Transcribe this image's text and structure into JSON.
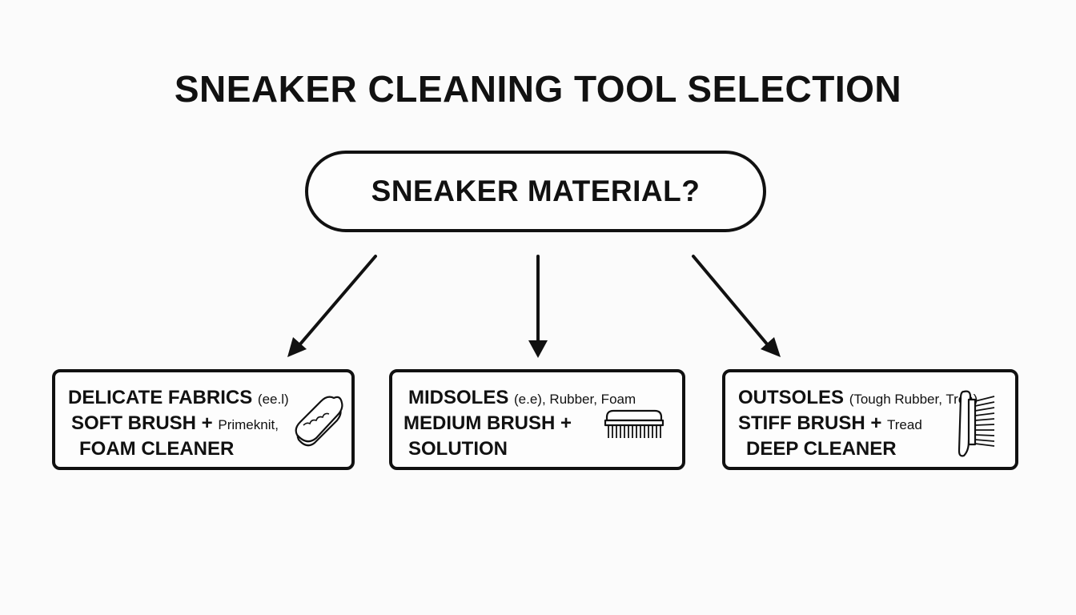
{
  "title": "SNEAKER CLEANING TOOL SELECTION",
  "root": {
    "label": "SNEAKER MATERIAL?"
  },
  "branches": [
    {
      "heading": "DELICATE FABRICS",
      "heading_note": "(ee.l)",
      "tool": "SOFT BRUSH +",
      "tool_note": "Primeknit,",
      "cleaner": "FOAM CLEANER",
      "icon": "sponge-icon"
    },
    {
      "heading": "MIDSOLES",
      "heading_note": "(e.e), Rubber, Foam",
      "tool": "MEDIUM BRUSH +",
      "tool_note": "",
      "cleaner": "SOLUTION",
      "icon": "scrub-brush-icon"
    },
    {
      "heading": "OUTSOLES",
      "heading_note": "(Tough Rubber, Trea)",
      "tool": "STIFF BRUSH +",
      "tool_note": "Tread",
      "cleaner": "DEEP CLEANER",
      "icon": "stiff-brush-icon"
    }
  ]
}
